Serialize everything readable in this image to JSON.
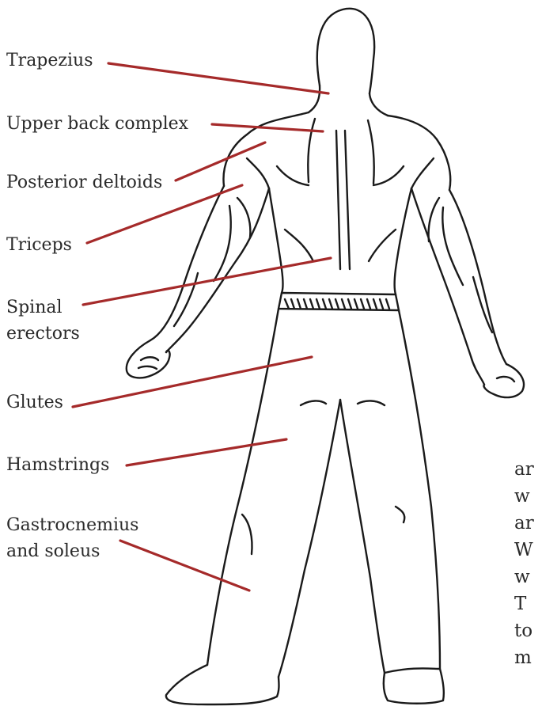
{
  "colors": {
    "leader": "#a52a2a",
    "ink": "#1a1a1a",
    "text": "#2a2a2a"
  },
  "labels": {
    "trapezius": "Trapezius",
    "upper_back": "Upper back complex",
    "posterior_deltoids": "Posterior deltoids",
    "triceps": "Triceps",
    "spinal_1": "Spinal",
    "spinal_2": "erectors",
    "glutes": "Glutes",
    "hamstrings": "Hamstrings",
    "gastro_1": "Gastrocnemius",
    "gastro_2": "and soleus"
  },
  "page_fragment": {
    "lines": [
      "ar",
      "w",
      "ar",
      "W",
      "w",
      "T",
      "to",
      "m"
    ]
  }
}
